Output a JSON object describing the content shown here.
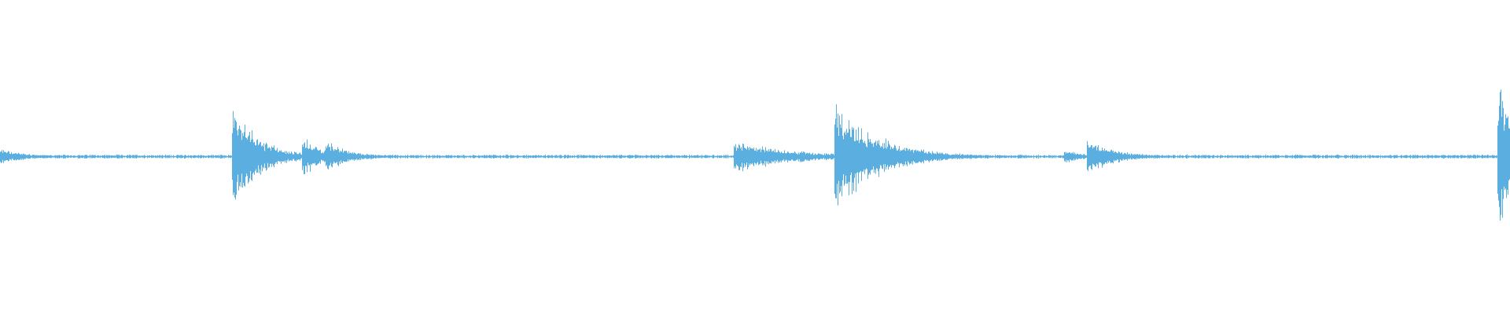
{
  "waveform": {
    "color": "#5aaee0",
    "baseline_amplitude": 0.015,
    "transients": [
      {
        "position": 0.0,
        "amplitude": 0.06,
        "decay": 0.018
      },
      {
        "position": 0.155,
        "amplitude": 0.36,
        "decay": 0.018
      },
      {
        "position": 0.201,
        "amplitude": 0.16,
        "decay": 0.012
      },
      {
        "position": 0.217,
        "amplitude": 0.12,
        "decay": 0.016
      },
      {
        "position": 0.487,
        "amplitude": 0.12,
        "decay": 0.04
      },
      {
        "position": 0.554,
        "amplitude": 0.42,
        "decay": 0.028
      },
      {
        "position": 0.706,
        "amplitude": 0.05,
        "decay": 0.014
      },
      {
        "position": 0.721,
        "amplitude": 0.14,
        "decay": 0.018
      },
      {
        "position": 0.993,
        "amplitude": 0.6,
        "decay": 0.01
      }
    ]
  }
}
